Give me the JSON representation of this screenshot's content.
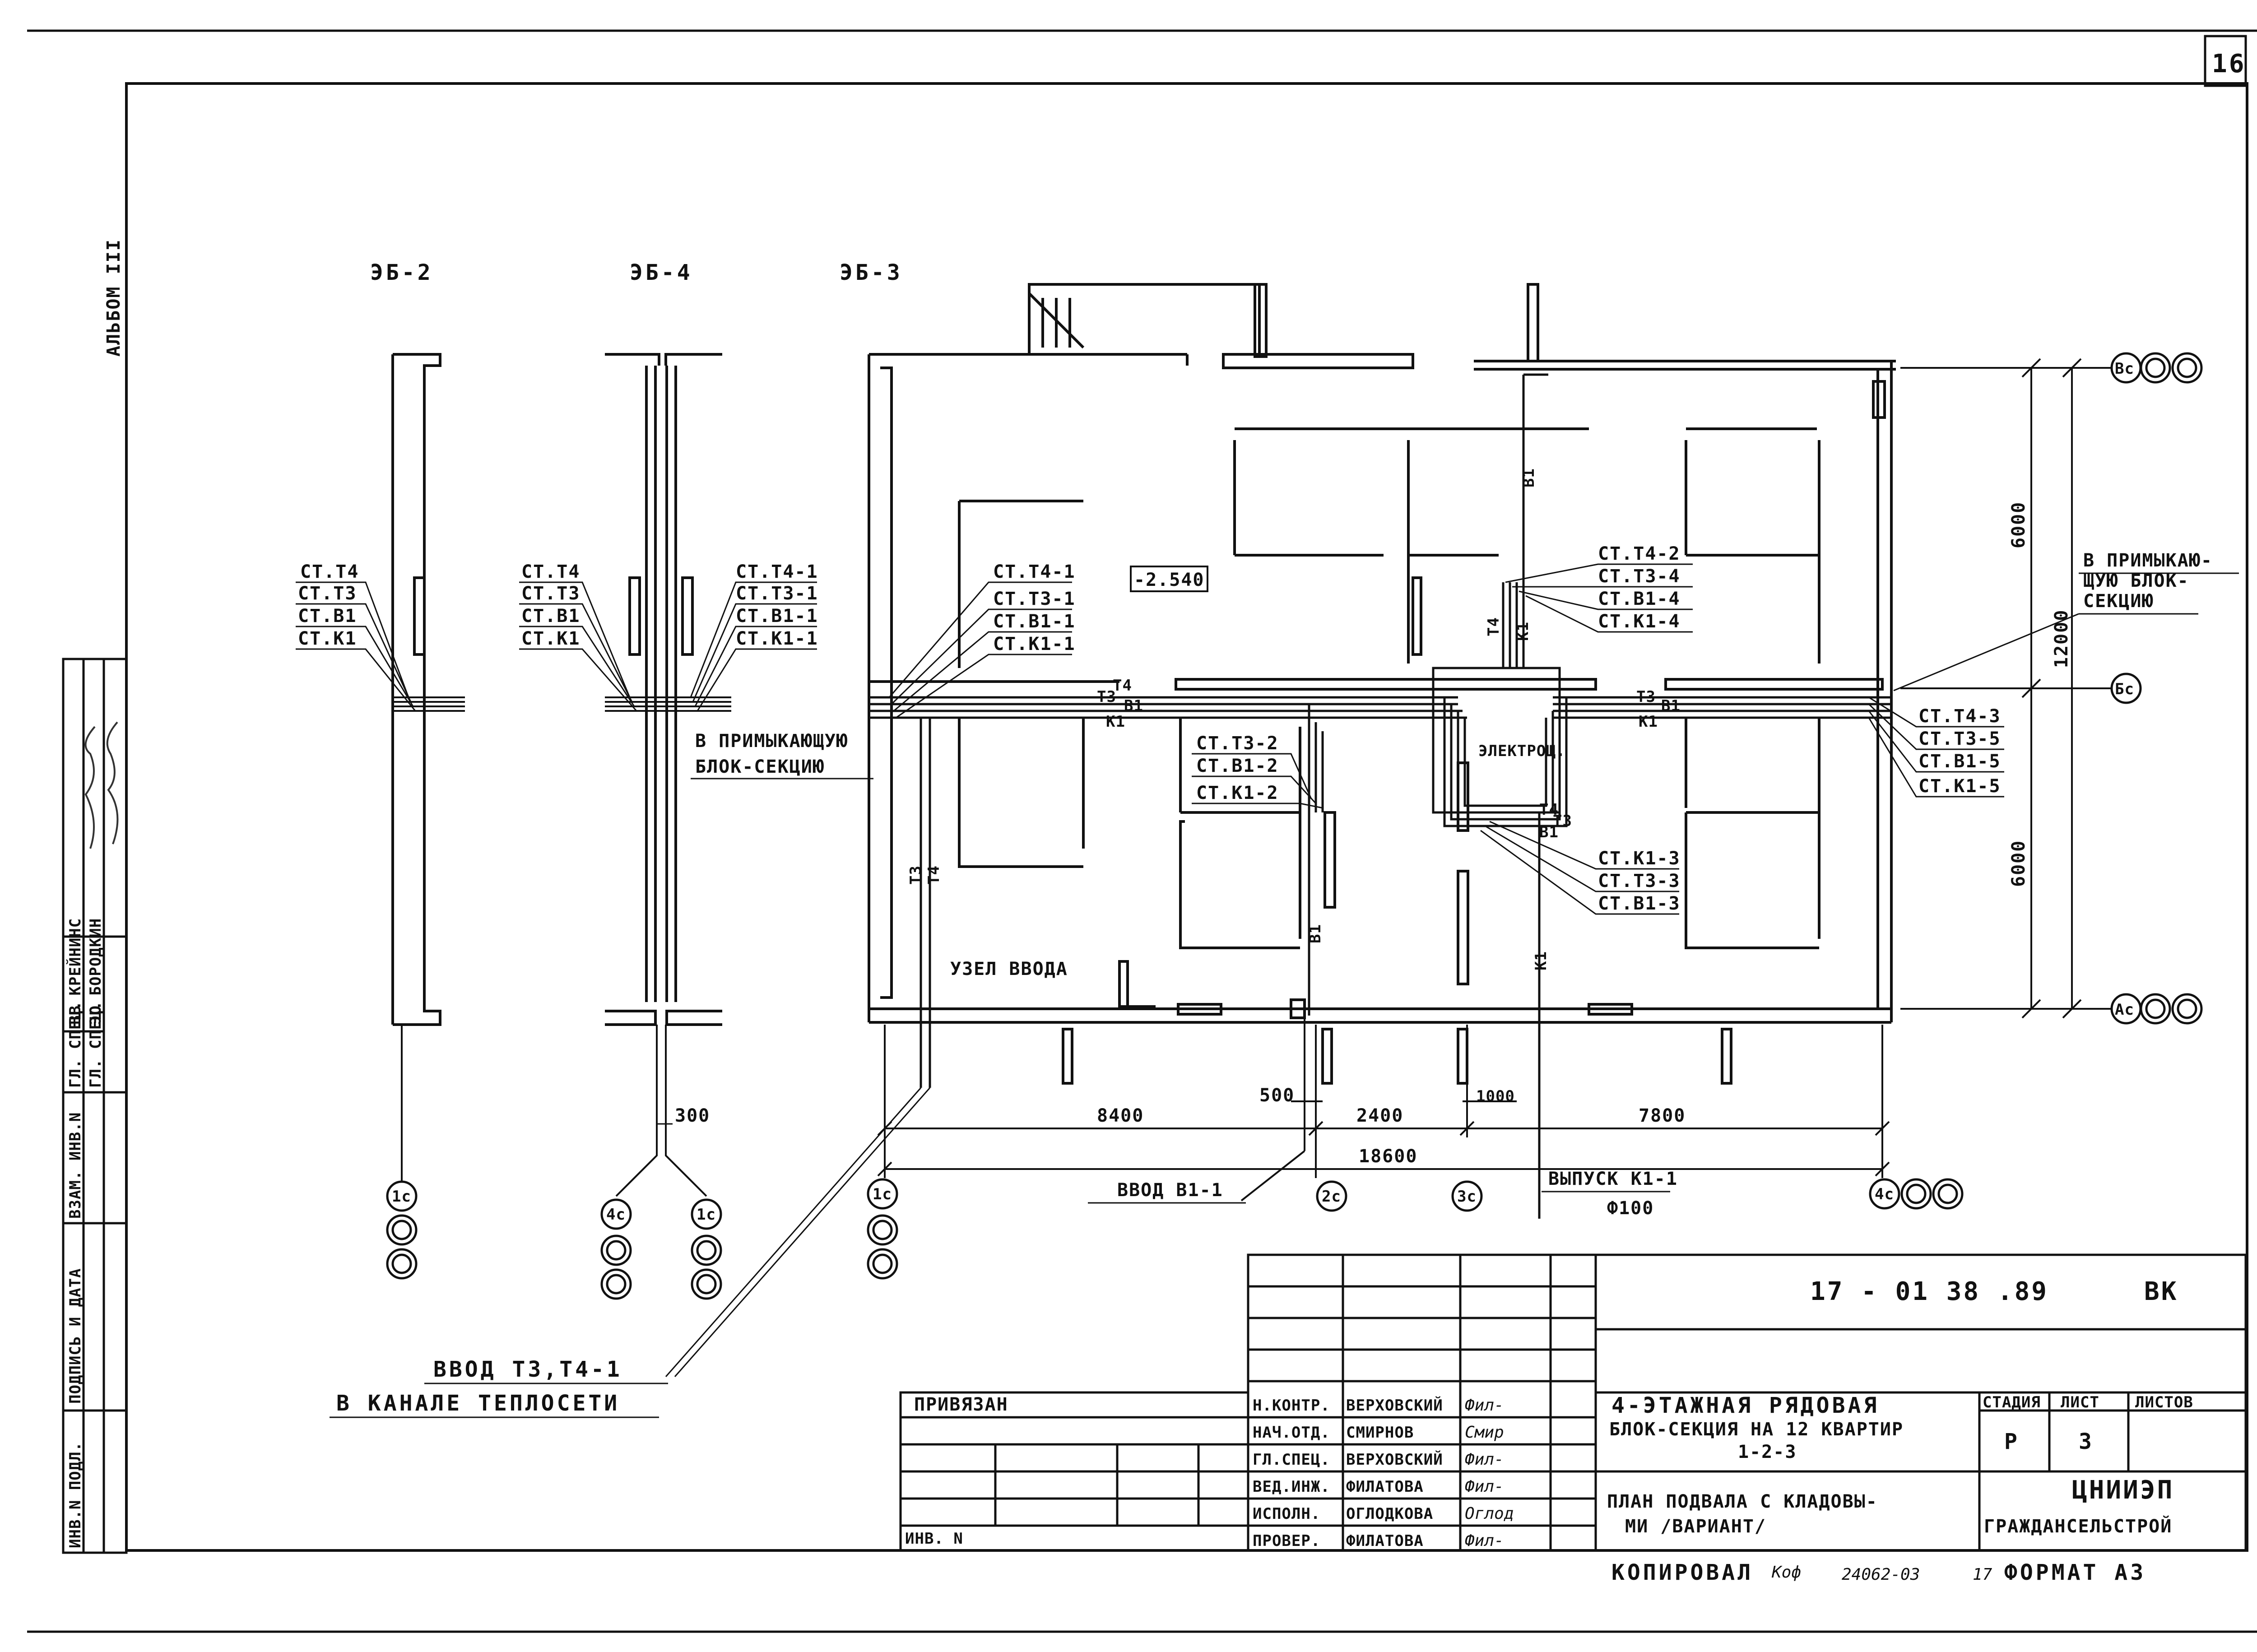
{
  "sheet_number": "16",
  "album": "АЛЬБОМ III",
  "sections": {
    "eb2": "ЭБ-2",
    "eb4": "ЭБ-4",
    "eb3": "ЭБ-3"
  },
  "eb2_risers": [
    "СТ.Т4",
    "СТ.Т3",
    "СТ.В1",
    "СТ.К1"
  ],
  "eb4_risers_left": [
    "СТ.Т4",
    "СТ.Т3",
    "СТ.В1",
    "СТ.К1"
  ],
  "eb4_risers_right": [
    "СТ.Т4-1",
    "СТ.Т3-1",
    "СТ.В1-1",
    "СТ.К1-1"
  ],
  "eb3_risers": [
    "СТ.Т4-1",
    "СТ.Т3-1",
    "СТ.В1-1",
    "СТ.К1-1"
  ],
  "risers_2": [
    "СТ.Т3-2",
    "СТ.В1-2",
    "СТ.К1-2"
  ],
  "risers_4": [
    "СТ.Т4-2",
    "СТ.Т3-4",
    "СТ.В1-4",
    "СТ.К1-4"
  ],
  "risers_3": [
    "СТ.К1-3",
    "СТ.Т3-3",
    "СТ.В1-3"
  ],
  "risers_5": [
    "СТ.Т4-3",
    "СТ.Т3-5",
    "СТ.В1-5",
    "СТ.К1-5"
  ],
  "notes": {
    "adjacent_1": "В ПРИМЫКАЮЩУЮ",
    "adjacent_2": "БЛОК-СЕКЦИЮ",
    "adjacent_r1": "В ПРИМЫКАЮ-",
    "adjacent_r2": "ЩУЮ БЛОК-",
    "adjacent_r3": "СЕКЦИЮ",
    "elevation": "-2.540",
    "electro": "ЭЛЕКТРОЩ.",
    "input_node": "УЗЕЛ ВВОДА",
    "input_b1": "ВВОД В1-1",
    "outlet_k1": "ВЫПУСК К1-1",
    "outlet_dia": "Ф100",
    "input_t3t4": "ВВОД Т3,Т4-1",
    "heat_channel": "В КАНАЛЕ ТЕПЛОСЕТИ"
  },
  "pipe_labels": {
    "t3": "Т3",
    "t4": "Т4",
    "b1": "В1",
    "k1": "К1"
  },
  "dimensions": {
    "d300": "300",
    "d500": "500",
    "d8400": "8400",
    "d2400": "2400",
    "d1000": "1000",
    "d7800": "7800",
    "d18600": "18600",
    "d6000_top": "6000",
    "d12000": "12000",
    "d6000_bot": "6000"
  },
  "axes": {
    "bc": "Вс",
    "bsc": "Бс",
    "ac": "Ас",
    "c1": "1с",
    "c2": "2с",
    "c3": "3с",
    "c4": "4с"
  },
  "left_stamp": {
    "roles": [
      "ГЛ. СПЕЦ.",
      "ГЛ. СПЕЦ."
    ],
    "names": [
      "ВВ КРЕЙНИНС",
      "ЭО БОРОДКИН"
    ],
    "columns": [
      "ИНВ.N ПОДЛ.",
      "ПОДПИСЬ И ДАТА",
      "ВЗАМ. ИНВ.N"
    ]
  },
  "title_block": {
    "doc_code": "17 - 01 38 .89",
    "section_code": "ВК",
    "bound": "ПРИВЯЗАН",
    "inv_no": "ИНВ. N",
    "roles": [
      "Н.КОНТР.",
      "НАЧ.ОТД.",
      "ГЛ.СПЕЦ.",
      "ВЕД.ИНЖ.",
      "ИСПОЛН.",
      "ПРОВЕР."
    ],
    "names": [
      "ВЕРХОВСКИЙ",
      "СМИРНОВ",
      "ВЕРХОВСКИЙ",
      "ФИЛАТОВА",
      "ОГЛОДКОВА",
      "ФИЛАТОВА"
    ],
    "signatures": [
      "Фил-",
      "Смир",
      "Фил-",
      "Фил-",
      "Оглод",
      "Фил-"
    ],
    "project_title_1": "4-ЭТАЖНАЯ РЯДОВАЯ",
    "project_title_2": "БЛОК-СЕКЦИЯ НА 12 КВАРТИР",
    "project_title_3": "1-2-3",
    "sheet_title_1": "ПЛАН ПОДВАЛА С КЛАДОВЫ-",
    "sheet_title_2": "МИ /ВАРИАНТ/",
    "stage_hdr": "СТАДИЯ",
    "sheet_hdr": "ЛИСТ",
    "sheets_hdr": "ЛИСТОВ",
    "stage": "Р",
    "sheet": "3",
    "org_1": "ЦНИИЭП",
    "org_2": "ГРАЖДАНСЕЛЬСТРОЙ"
  },
  "footer": {
    "copied": "КОПИРОВАЛ",
    "copied_sig": "Коф",
    "code": "24062-03",
    "num": "17",
    "format": "ФОРМАТ А3"
  }
}
